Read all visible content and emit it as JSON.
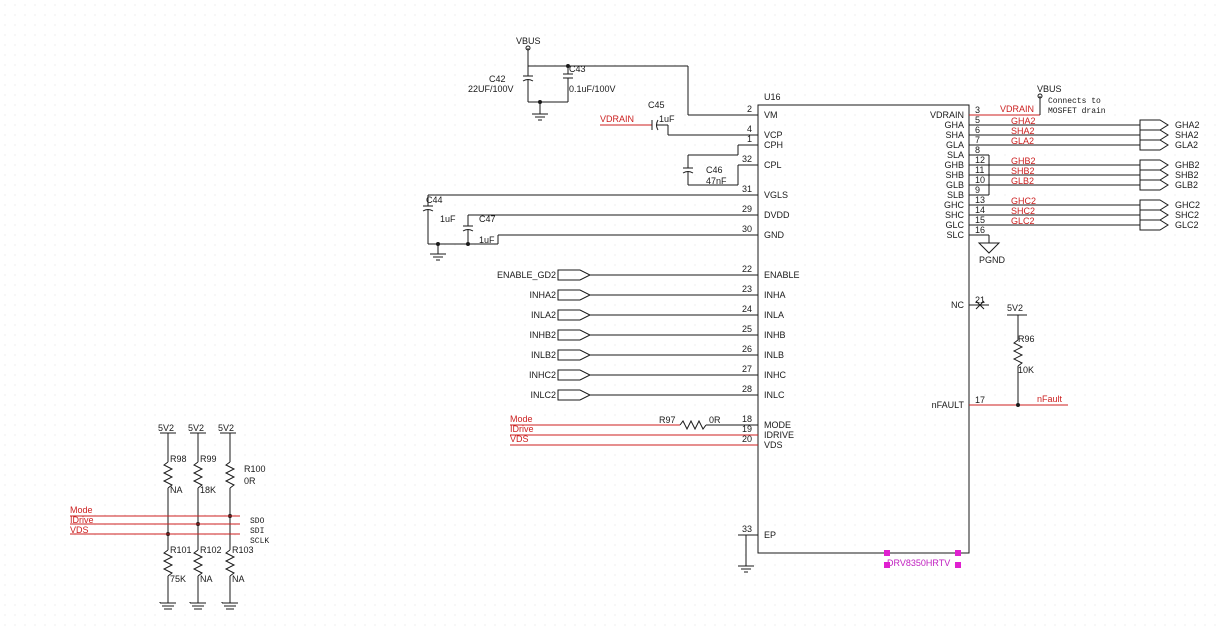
{
  "ic": {
    "refdes": "U16",
    "part": "DRV8350HRTV",
    "left_pins": [
      {
        "num": "2",
        "name": "VM"
      },
      {
        "num": "4",
        "name": "VCP"
      },
      {
        "num": "1",
        "name": "CPH"
      },
      {
        "num": "32",
        "name": "CPL"
      },
      {
        "num": "31",
        "name": "VGLS"
      },
      {
        "num": "29",
        "name": "DVDD"
      },
      {
        "num": "30",
        "name": "GND"
      },
      {
        "num": "22",
        "name": "ENABLE"
      },
      {
        "num": "23",
        "name": "INHA"
      },
      {
        "num": "24",
        "name": "INLA"
      },
      {
        "num": "25",
        "name": "INHB"
      },
      {
        "num": "26",
        "name": "INLB"
      },
      {
        "num": "27",
        "name": "INHC"
      },
      {
        "num": "28",
        "name": "INLC"
      },
      {
        "num": "18",
        "name": "MODE"
      },
      {
        "num": "19",
        "name": "IDRIVE"
      },
      {
        "num": "20",
        "name": "VDS"
      },
      {
        "num": "33",
        "name": "EP"
      }
    ],
    "right_pins": [
      {
        "num": "3",
        "name": "VDRAIN"
      },
      {
        "num": "5",
        "name": "GHA"
      },
      {
        "num": "6",
        "name": "SHA"
      },
      {
        "num": "7",
        "name": "GLA"
      },
      {
        "num": "8",
        "name": "SLA"
      },
      {
        "num": "12",
        "name": "GHB"
      },
      {
        "num": "11",
        "name": "SHB"
      },
      {
        "num": "10",
        "name": "GLB"
      },
      {
        "num": "9",
        "name": "SLB"
      },
      {
        "num": "13",
        "name": "GHC"
      },
      {
        "num": "14",
        "name": "SHC"
      },
      {
        "num": "15",
        "name": "GLC"
      },
      {
        "num": "16",
        "name": "SLC"
      },
      {
        "num": "21",
        "name": "NC"
      },
      {
        "num": "17",
        "name": "nFAULT"
      }
    ]
  },
  "caps": [
    {
      "ref": "C42",
      "value": "22UF/100V"
    },
    {
      "ref": "C43",
      "value": "0.1uF/100V"
    },
    {
      "ref": "C45",
      "value": "1uF"
    },
    {
      "ref": "C46",
      "value": "47nF"
    },
    {
      "ref": "C44",
      "value": "1uF"
    },
    {
      "ref": "C47",
      "value": "1uF"
    }
  ],
  "supplies": {
    "vbus_top": "VBUS",
    "vbus_right": "VBUS",
    "vdrain_note_1": "Connects to",
    "vdrain_note_2": "MOSFET drain",
    "pgnd": "PGND",
    "v5_right": "5V2",
    "v5_left": [
      "5V2",
      "5V2",
      "5V2"
    ]
  },
  "nets": {
    "vdrain_left": "VDRAIN",
    "vdrain_right": "VDRAIN",
    "out_a": [
      "GHA2",
      "SHA2",
      "GLA2"
    ],
    "out_b": [
      "GHB2",
      "SHB2",
      "GLB2"
    ],
    "out_c": [
      "GHC2",
      "SHC2",
      "GLC2"
    ],
    "inputs": [
      "ENABLE_GD2",
      "INHA2",
      "INLA2",
      "INHB2",
      "INLB2",
      "INHC2",
      "INLC2"
    ],
    "config": [
      "Mode",
      "IDrive",
      "VDS"
    ],
    "nfault": "nFault",
    "spi": [
      "SDO",
      "SDI",
      "SCLK"
    ]
  },
  "resistors": {
    "r97": {
      "ref": "R97",
      "value": "0R"
    },
    "r96": {
      "ref": "R96",
      "value": "10K"
    },
    "top": [
      {
        "ref": "R98",
        "value": "NA"
      },
      {
        "ref": "R99",
        "value": "18K"
      },
      {
        "ref": "R100",
        "value": "0R"
      }
    ],
    "bottom": [
      {
        "ref": "R101",
        "value": "75K"
      },
      {
        "ref": "R102",
        "value": "NA"
      },
      {
        "ref": "R103",
        "value": "NA"
      }
    ]
  },
  "colors": {
    "wire": "#1a1a1a",
    "net_label": "#cc1f1f",
    "selection": "#e020d0",
    "background": "#ffffff"
  }
}
